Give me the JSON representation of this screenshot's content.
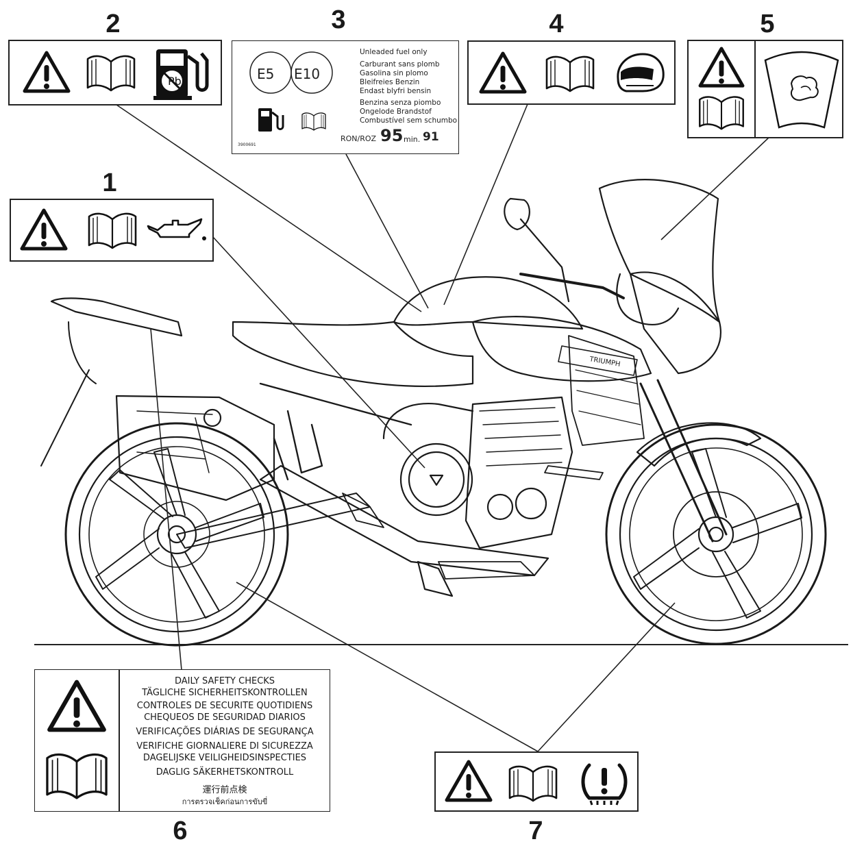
{
  "callouts": [
    {
      "number": "1",
      "icons": [
        "warning-icon",
        "manual-book-icon",
        "oil-can-icon"
      ]
    },
    {
      "number": "2",
      "icons": [
        "warning-icon",
        "manual-book-icon",
        "fuel-pump-no-lead-icon"
      ]
    },
    {
      "number": "3"
    },
    {
      "number": "4",
      "icons": [
        "warning-icon",
        "manual-book-icon",
        "helmet-icon"
      ]
    },
    {
      "number": "5",
      "icons": [
        "warning-icon",
        "manual-book-icon",
        "windscreen-cleaning-icon"
      ]
    },
    {
      "number": "6",
      "icons": [
        "warning-icon",
        "manual-book-icon"
      ]
    },
    {
      "number": "7",
      "icons": [
        "warning-icon",
        "manual-book-icon",
        "tyre-pressure-icon"
      ]
    }
  ],
  "fuel_label": {
    "e5": "E5",
    "e10": "E10",
    "fuel_lines": [
      "Unleaded fuel only",
      "Carburant sans plomb",
      "Gasolina sin plomo",
      "Bleifreies Benzin",
      "Endast blyfri bensin",
      "Benzina senza piombo",
      "Ongelode Brandstof",
      "Combustível sem schumbo"
    ],
    "part_number": "3900691",
    "octane_label": "RON/ROZ",
    "octane_value": "95",
    "octane_min_label": "min.",
    "octane_min_value": "91"
  },
  "safety_checks_lines": [
    "DAILY SAFETY CHECKS",
    "TÄGLICHE SICHERHEITSKONTROLLEN",
    "CONTROLES DE SECURITE QUOTIDIENS",
    "CHEQUEOS DE SEGURIDAD DIARIOS",
    "VERIFICAÇÕES DIÁRIAS DE SEGURANÇA",
    "VERIFICHE GIORNALIERE DI SICUREZZA",
    "DAGELIJSKE VEILIGHEIDSINSPECTIES",
    "DAGLIG SÄKERHETSKONTROLL",
    "運行前点検",
    "การตรวจเช็คก่อนการขับขี่"
  ],
  "motorcycle": {
    "brand": "TRIUMPH",
    "icon": "motorcycle-line-drawing"
  }
}
